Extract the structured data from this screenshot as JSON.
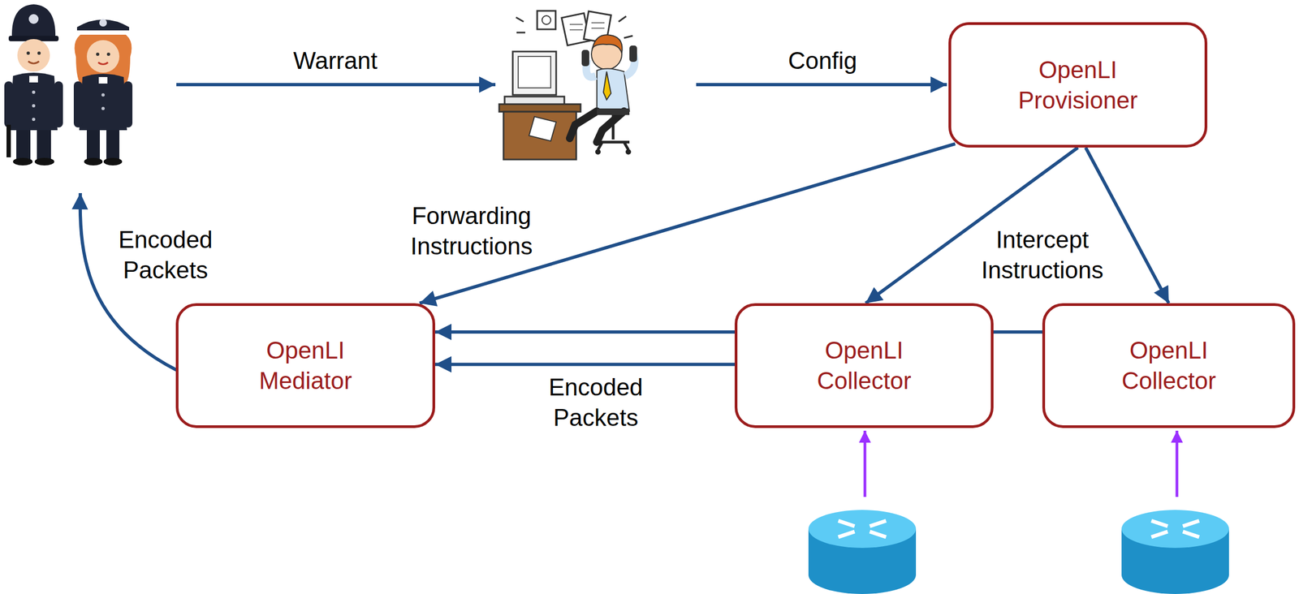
{
  "diagram": {
    "nodes": [
      {
        "text": [
          "OpenLI Provisioner"
        ]
      },
      {
        "text": [
          "OpenLI Mediator"
        ]
      },
      {
        "text": [
          "OpenLI Collector"
        ]
      },
      {
        "text": [
          "OpenLI Collector"
        ]
      }
    ],
    "edges": [
      {
        "from": 0,
        "to": 1,
        "label": "Forwarding Instructions",
        "arrow": "to"
      },
      {
        "from": 0,
        "to": 2,
        "label": "Intercept Instructions",
        "arrow": "to"
      },
      {
        "from": 0,
        "to": 3,
        "arrow": "to"
      },
      {
        "from": 3,
        "to": 1,
        "arrow": "to"
      },
      {
        "from": 2,
        "to": 1,
        "label": "Encoded Packets",
        "arrow": "to"
      }
    ],
    "labels": [
      "Warrant",
      "Config",
      "Encoded Packets"
    ]
  }
}
